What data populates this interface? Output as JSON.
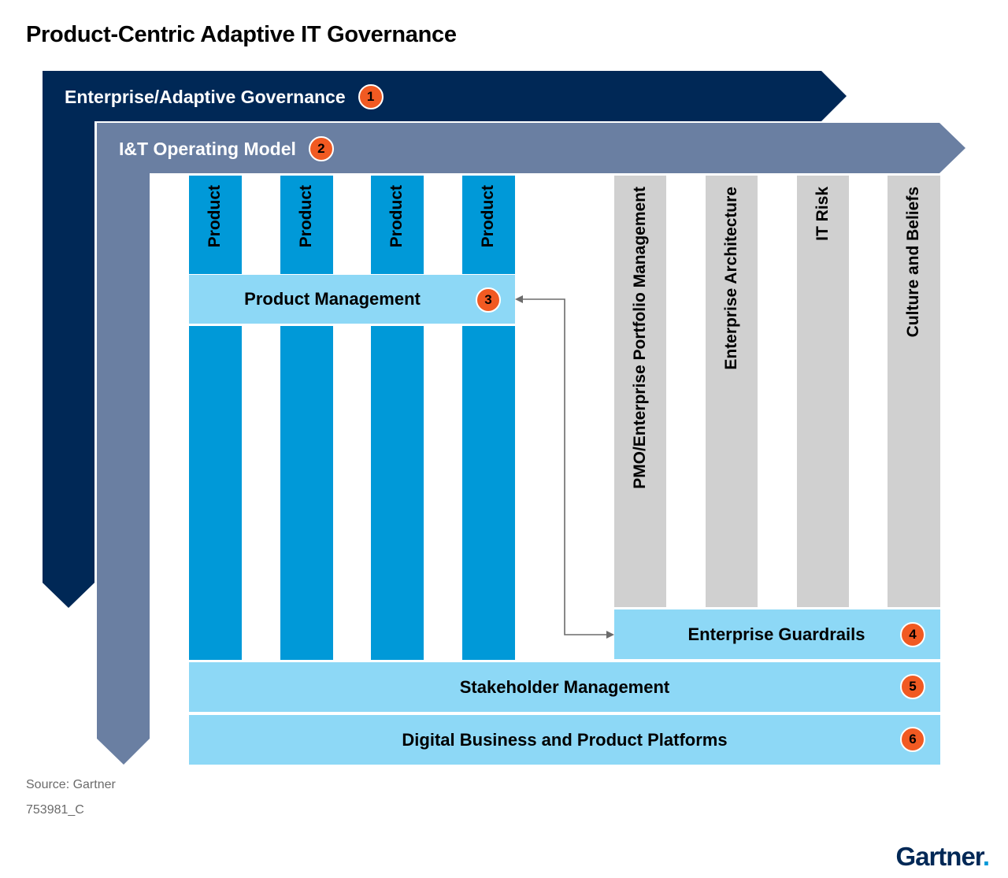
{
  "title": "Product-Centric Adaptive IT Governance",
  "bands": [
    {
      "label": "Enterprise/Adaptive Governance",
      "number": "1",
      "color": "#002856"
    },
    {
      "label": "I&T Operating Model",
      "number": "2",
      "color": "#6a7fa2"
    }
  ],
  "products": [
    "Product",
    "Product",
    "Product",
    "Product"
  ],
  "product_management": {
    "label": "Product Management",
    "number": "3"
  },
  "enterprise_columns": [
    "PMO/Enterprise Portfolio Management",
    "Enterprise Architecture",
    "IT Risk",
    "Culture and Beliefs"
  ],
  "enterprise_guardrails": {
    "label": "Enterprise Guardrails",
    "number": "4"
  },
  "stakeholder_management": {
    "label": "Stakeholder Management",
    "number": "5"
  },
  "platforms": {
    "label": "Digital Business and Product Platforms",
    "number": "6"
  },
  "source": "Source: Gartner",
  "code": "753981_C",
  "logo": "Gartner",
  "colors": {
    "product_blue": "#0099d8",
    "light_blue": "#8dd8f6",
    "grey": "#d0d0d0",
    "badge": "#f15a22"
  }
}
